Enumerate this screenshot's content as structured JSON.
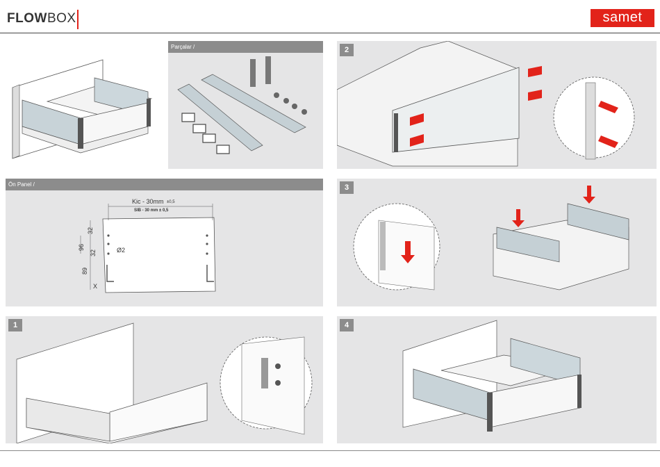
{
  "header": {
    "brand_bold": "FLOW",
    "brand_thin": "BOX",
    "logo": "samet"
  },
  "panels": {
    "parts": {
      "title": "Parçalar /"
    },
    "front_panel": {
      "title": "Ön Panel /",
      "kic_label": "Kic - 30mm",
      "kic_tol": "±0,5",
      "sib_label": "SIB - 30 mm ± 0,5",
      "dim_32_top": "32",
      "dim_96": "96",
      "dim_32_mid": "32",
      "dim_89": "89",
      "dim_x": "X",
      "dia": "Ø2"
    },
    "step1": {
      "num": "1"
    },
    "step2": {
      "num": "2"
    },
    "step3": {
      "num": "3"
    },
    "step4": {
      "num": "4"
    }
  },
  "colors": {
    "accent": "#e2231a",
    "panel_bg": "#e5e5e6",
    "title_bar": "#8c8c8c"
  }
}
